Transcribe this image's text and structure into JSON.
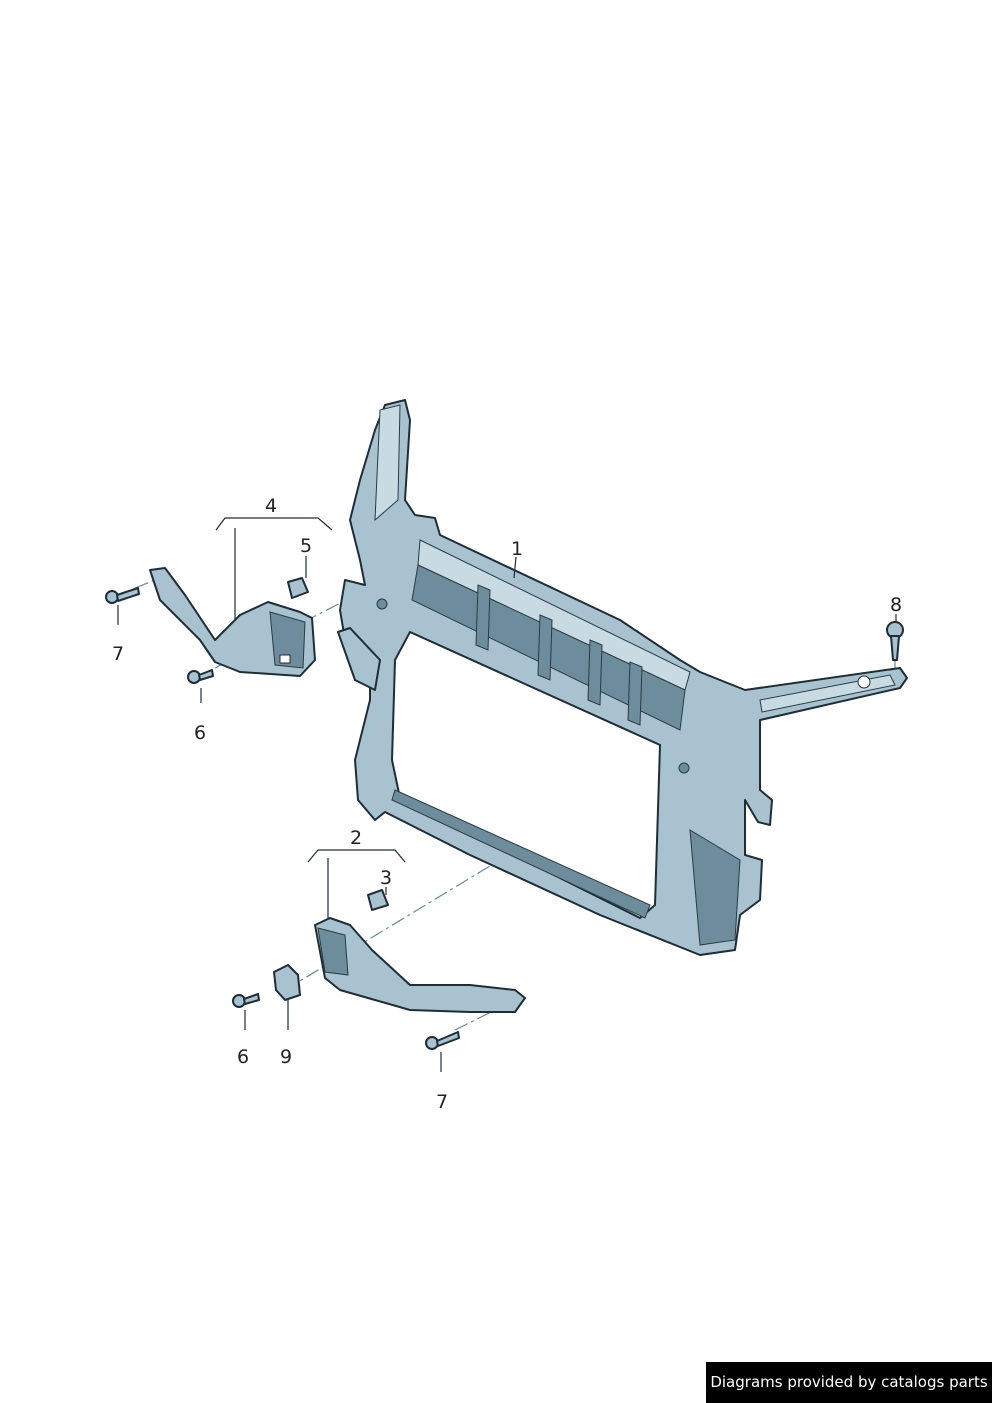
{
  "diagram": {
    "callouts": [
      {
        "id": "1",
        "part": "radiator-support-frame"
      },
      {
        "id": "2",
        "part": "lower-bracket-assembly"
      },
      {
        "id": "3",
        "part": "clip-nut-lower"
      },
      {
        "id": "4",
        "part": "upper-bracket-assembly"
      },
      {
        "id": "5",
        "part": "clip-nut-upper"
      },
      {
        "id": "6",
        "part": "bolt-upper"
      },
      {
        "id": "6",
        "part": "bolt-lower"
      },
      {
        "id": "7",
        "part": "screw-upper"
      },
      {
        "id": "7",
        "part": "screw-lower"
      },
      {
        "id": "8",
        "part": "screw-right"
      },
      {
        "id": "9",
        "part": "retainer"
      }
    ],
    "colors": {
      "part_fill": "#a8c2cf",
      "outline": "#1e2d36"
    }
  },
  "credit": "Diagrams provided by catalogs parts"
}
